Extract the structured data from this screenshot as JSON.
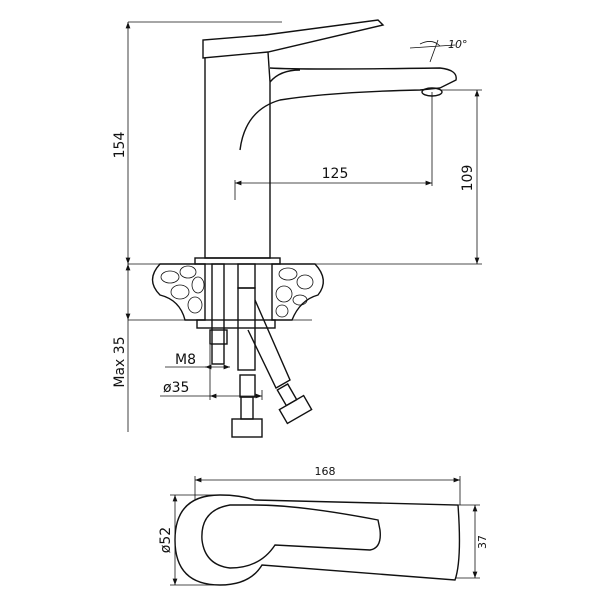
{
  "drawing": {
    "dimensions": {
      "total_height": "154",
      "spout_reach": "125",
      "spout_height": "109",
      "spout_angle": "10°",
      "max_counter_thickness": "Max 35",
      "thread": "M8",
      "hole_diameter": "ø35",
      "total_length": "168",
      "base_diameter": "ø52",
      "spout_width": "37"
    },
    "line_color": "#111111",
    "background": "#ffffff"
  }
}
